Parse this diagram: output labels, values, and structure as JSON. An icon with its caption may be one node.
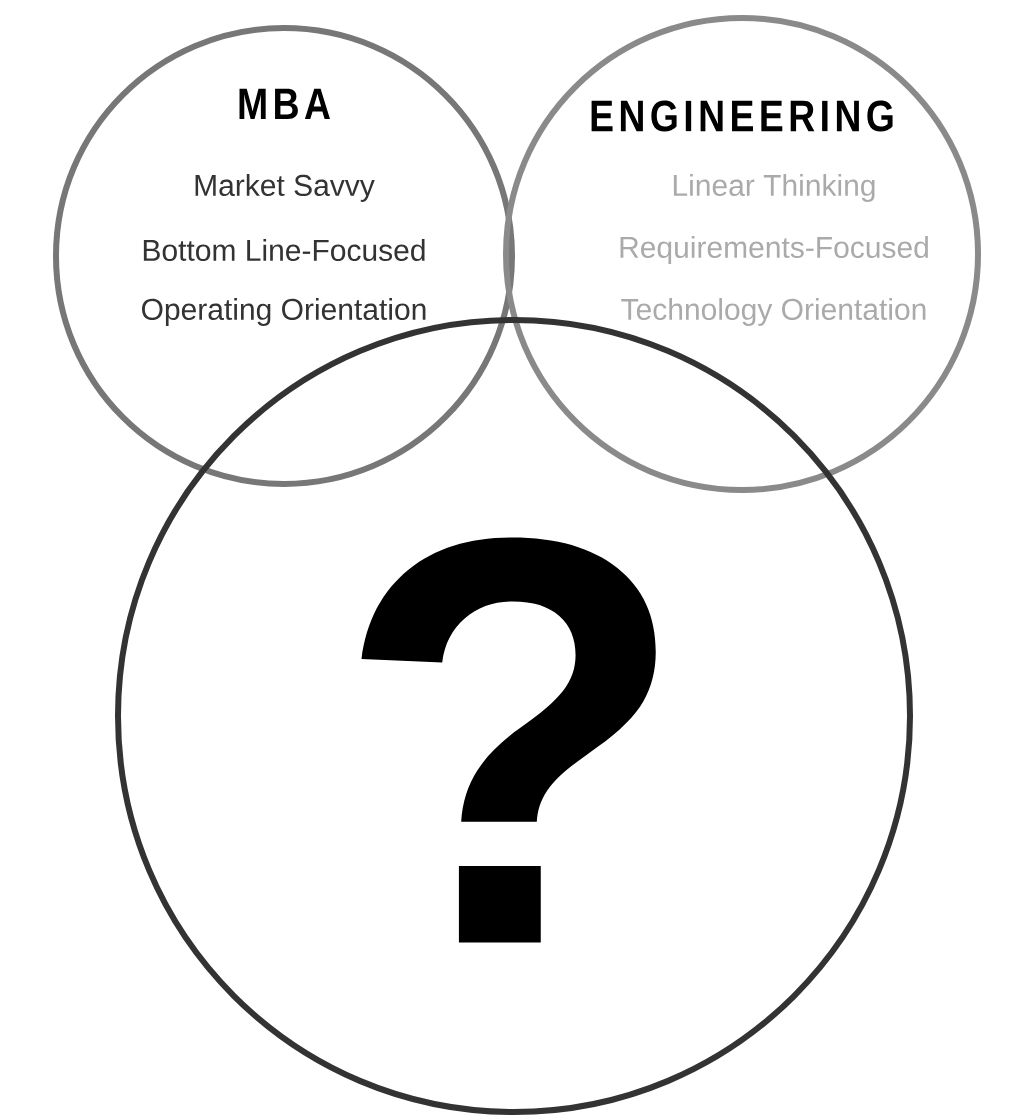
{
  "diagram": {
    "nodes": [
      {
        "text": [
          "MBA",
          "Market Savvy",
          "Bottom Line-Focused",
          "Operating Orientation"
        ]
      },
      {
        "text": [
          "ENGINEERING",
          "Linear Thinking",
          "Requirements-Focused",
          "Technology Orientation"
        ]
      },
      {
        "text": [
          "?"
        ]
      }
    ]
  }
}
